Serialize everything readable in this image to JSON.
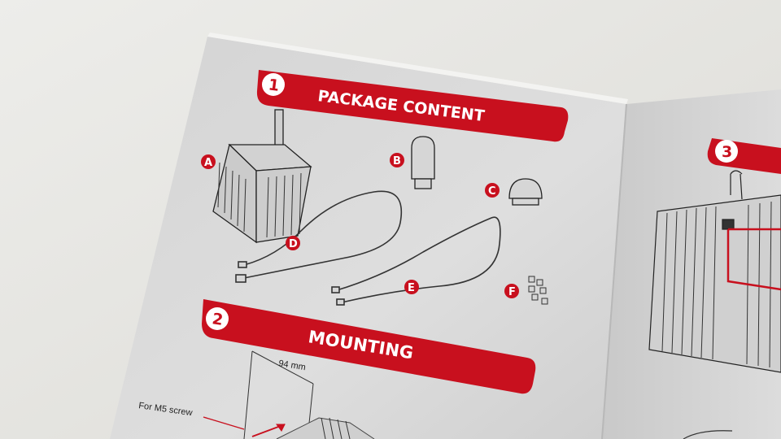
{
  "colors": {
    "brand_red": "#c8101e",
    "paper": "#d9d9d9",
    "background": "#e6e5e1"
  },
  "sections": [
    {
      "number": "1",
      "title": "PACKAGE CONTENT"
    },
    {
      "number": "2",
      "title": "MOUNTING"
    },
    {
      "number": "3",
      "title": ""
    }
  ],
  "package_items": [
    {
      "label": "A",
      "item": "shifter-base-illustration"
    },
    {
      "label": "B",
      "item": "tall-knob-illustration"
    },
    {
      "label": "C",
      "item": "round-knob-illustration"
    },
    {
      "label": "D",
      "item": "usb-cable-illustration"
    },
    {
      "label": "E",
      "item": "rj-cable-illustration"
    },
    {
      "label": "F",
      "item": "screw-nuts-illustration"
    }
  ],
  "mounting": {
    "dimension": "94 mm",
    "screw_note": "For M5 screw"
  }
}
